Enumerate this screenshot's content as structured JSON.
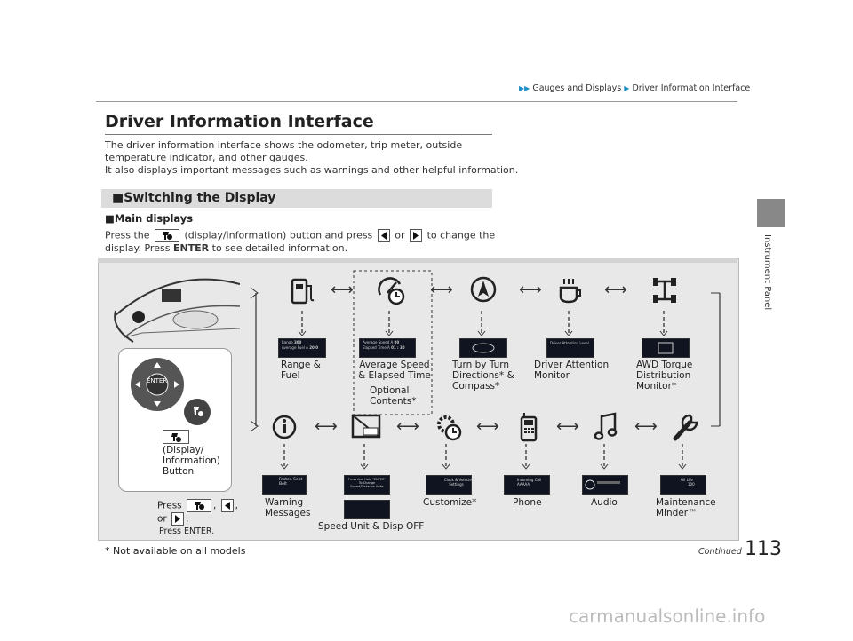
{
  "breadcrumb": {
    "part1": "Gauges and Displays",
    "part2": "Driver Information Interface"
  },
  "side_tab": "Instrument Panel",
  "page_title": "Driver Information Interface",
  "intro": {
    "line1": "The driver information interface shows the odometer, trip meter, outside",
    "line2": "temperature indicator, and other gauges.",
    "line3": "It also displays important messages such as warnings and other helpful information."
  },
  "section_title": "Switching the Display",
  "sub_head": "Main displays",
  "instruction": {
    "press_the": "Press the",
    "mid": "(display/information) button and press",
    "or": "or",
    "tail": "to change the",
    "line2_a": "display. Press",
    "enter": "ENTER",
    "line2_b": "to see detailed information."
  },
  "top_row": [
    {
      "label": "Range &\nFuel",
      "icon": "fuel-gauge-icon"
    },
    {
      "label": "Average Speed\n& Elapsed Time",
      "icon": "speed-clock-icon"
    },
    {
      "label": "Turn by Turn\nDirections* &\nCompass*",
      "icon": "compass-icon"
    },
    {
      "label": "Driver Attention\nMonitor",
      "icon": "coffee-cup-icon"
    },
    {
      "label": "AWD Torque\nDistribution\nMonitor*",
      "icon": "awd-icon"
    }
  ],
  "optional_contents": "Optional\nContents*",
  "bottom_row": [
    {
      "label": "Warning\nMessages",
      "icon": "warning-info-icon"
    },
    {
      "label": "Speed Unit & Disp OFF",
      "icon": "speed-unit-icon"
    },
    {
      "label": "Customize*",
      "icon": "customize-gear-icon"
    },
    {
      "label": "Phone",
      "icon": "phone-icon"
    },
    {
      "label": "Audio",
      "icon": "music-note-icon"
    },
    {
      "label": "Maintenance\nMinder™",
      "icon": "wrench-icon"
    }
  ],
  "screens": {
    "range_top": "Range",
    "range_val": "300",
    "avg_fuel": "Average Fuel A",
    "avg_fuel_val": "20.0",
    "avg_speed": "Average Speed A",
    "avg_speed_val": "80",
    "elapsed": "Elapsed Time A",
    "elapsed_val": "01 : 30",
    "dam": "Driver Attention Level",
    "warning": "Fasten Seat\nBelt",
    "speed_unit": "Press And Hold \"ENTER\"\nTo Change\nSpeed/Distance Units",
    "customize": "Clock & Vehicle\nSettings",
    "phone_top": "Incoming Call",
    "phone_name": "AAAAA",
    "oil": "Oil Life",
    "oil_val": "100"
  },
  "button_label": "(Display/\nInformation)\nButton",
  "enter_key": "ENTER",
  "legend": {
    "press": "Press",
    "or": "or",
    "press_enter": "Press ENTER."
  },
  "footer_note": "* Not available on all models",
  "continued": "Continued",
  "page_number": "113",
  "watermark": "carmanualsonline.info"
}
